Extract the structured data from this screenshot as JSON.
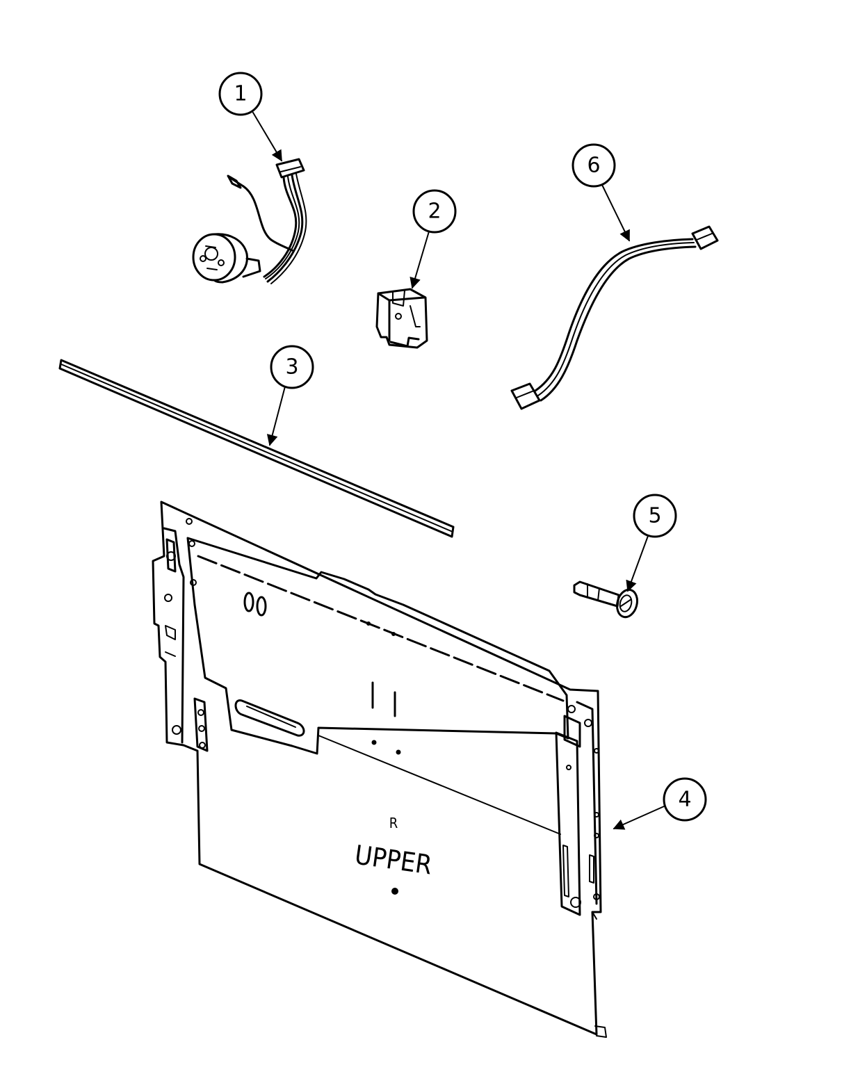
{
  "callouts": [
    {
      "id": "1",
      "label": "1"
    },
    {
      "id": "2",
      "label": "2"
    },
    {
      "id": "3",
      "label": "3"
    },
    {
      "id": "4",
      "label": "4"
    },
    {
      "id": "5",
      "label": "5"
    },
    {
      "id": "6",
      "label": "6"
    }
  ],
  "panel_labels": {
    "side": "R",
    "position": "UPPER"
  },
  "colors": {
    "line": "#000000",
    "background": "#ffffff"
  }
}
